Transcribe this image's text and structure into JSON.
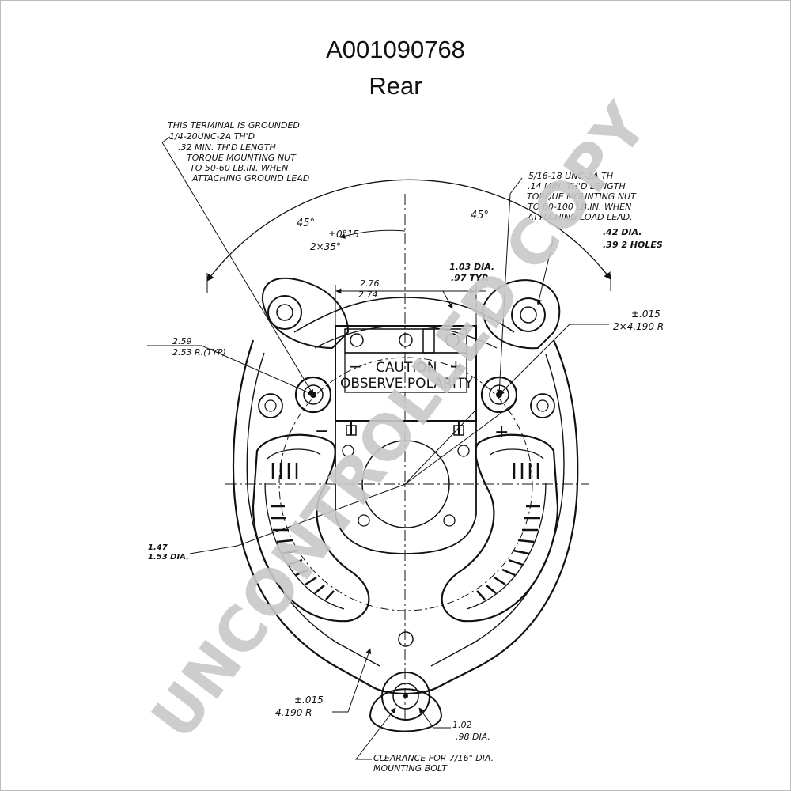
{
  "header": {
    "part_number": "A001090768",
    "view": "Rear"
  },
  "notes": {
    "ground_terminal": [
      "THIS TERMINAL IS GROUNDED",
      "1/4-20UNC-2A TH'D",
      ".32 MIN. TH'D LENGTH",
      "TORQUE MOUNTING NUT",
      "TO 50-60 LB.IN. WHEN",
      "ATTACHING GROUND LEAD"
    ],
    "output_terminal": [
      "5/16-18 UNC-2A TH",
      ".14 MIN. TH'D LENGTH",
      "TORQUE MOUNTING NUT",
      "TO 80-100 LB.IN. WHEN",
      "ATTACHING LOAD LEAD."
    ],
    "clearance": [
      "CLEARANCE FOR 7/16\" DIA.",
      "MOUNTING BOLT"
    ]
  },
  "dimensions": {
    "angle_left": "45°",
    "angle_right": "45°",
    "angle_tol": "±0°15",
    "angle_spacing": "2×35°",
    "width_max": "2.76",
    "width_min": "2.74",
    "dia_103": "1.03 DIA.",
    "dia_097": ".97 TYP.",
    "hole_42": ".42 DIA.",
    "hole_39": ".39 2 HOLES",
    "tol_right": "±.015",
    "radius_right": "2×4.190 R",
    "radius_left_a": "2.59",
    "radius_left_b": "2.53 R.(TYP)",
    "dia_147": "1.47",
    "dia_153": "1.53 DIA.",
    "tol_bottom": "±.015",
    "radius_bottom": "4.190   R",
    "dia_102": "1.02",
    "dia_098": ".98 DIA."
  },
  "labels": {
    "caution": "CAUTION",
    "observe": "OBSERVE POLARITY",
    "minus_left": "−",
    "plus_left": "+",
    "minus_center": "−",
    "plus_right": "+"
  },
  "watermark": "UNCONTROLLED COPY"
}
